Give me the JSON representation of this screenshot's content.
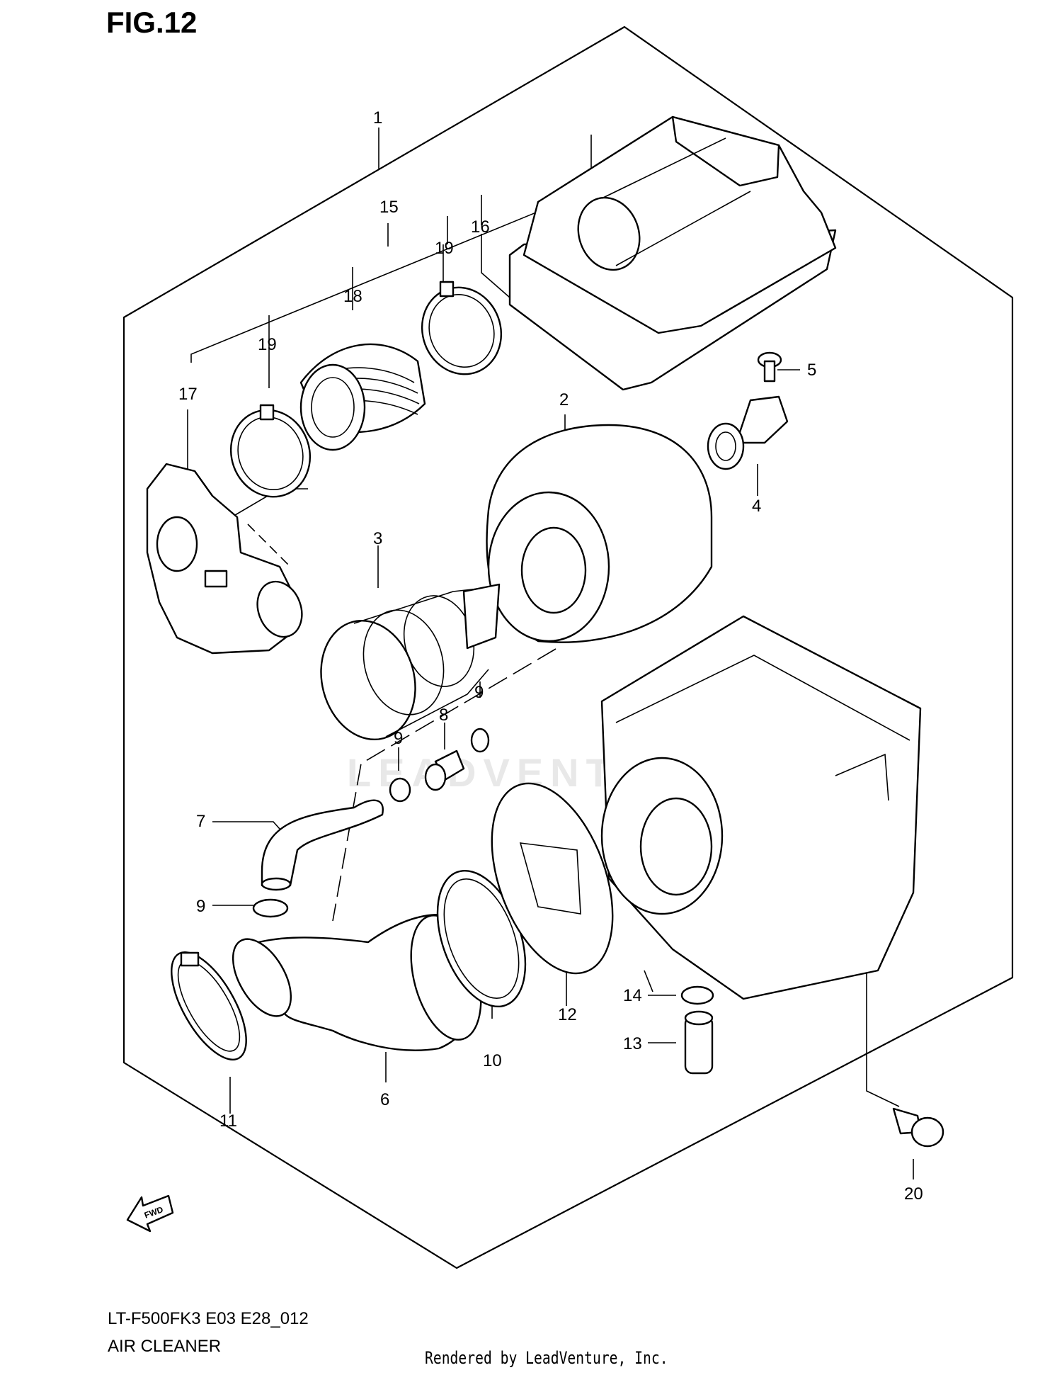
{
  "figure": {
    "title": "FIG.12",
    "model_code": "LT-F500FK3 E03 E28_012",
    "section_name": "AIR CLEANER",
    "rendered_by": "Rendered by LeadVenture, Inc.",
    "watermark": "LEADVENTURE"
  },
  "callouts": {
    "c1": "1",
    "c2": "2",
    "c3": "3",
    "c4": "4",
    "c5": "5",
    "c6": "6",
    "c7": "7",
    "c8": "8",
    "c9a": "9",
    "c9b": "9",
    "c9c": "9",
    "c10": "10",
    "c11": "11",
    "c12": "12",
    "c13": "13",
    "c14": "14",
    "c15": "15",
    "c16": "16",
    "c17": "17",
    "c18": "18",
    "c19a": "19",
    "c19b": "19",
    "c20": "20"
  },
  "fwd_label": "FWD"
}
